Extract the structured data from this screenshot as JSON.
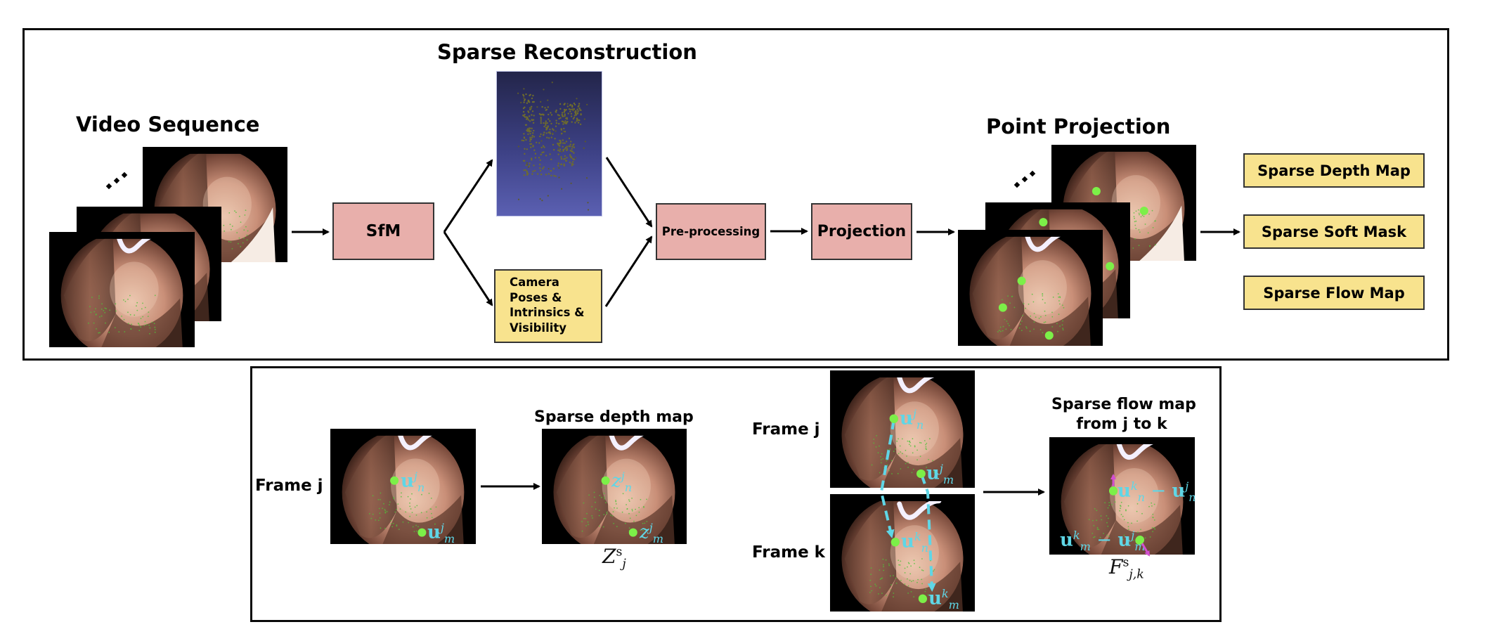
{
  "top_panel": {
    "video_sequence": {
      "title": "Video Sequence",
      "ellipsis": "⋰"
    },
    "sfm": {
      "label": "SfM"
    },
    "sparse_reconstruction": {
      "title": "Sparse Reconstruction"
    },
    "camera_box": {
      "lines": [
        "Camera",
        "Poses &",
        "Intrinsics &",
        "Visibility"
      ]
    },
    "preprocessing": {
      "label": "Pre-processing"
    },
    "projection": {
      "label": "Projection"
    },
    "point_projection": {
      "title": "Point Projection",
      "ellipsis": "⋰"
    },
    "outputs": [
      {
        "label": "Sparse Depth Map"
      },
      {
        "label": "Sparse Soft Mask"
      },
      {
        "label": "Sparse Flow Map"
      }
    ]
  },
  "bottom_panel": {
    "depth_section": {
      "frame_label": "Frame j",
      "title": "Sparse depth map",
      "input_points": {
        "n": {
          "base": "u",
          "sup": "j",
          "sub": "n"
        },
        "m": {
          "base": "u",
          "sup": "j",
          "sub": "m"
        }
      },
      "output_points": {
        "n": {
          "base": "z",
          "sup": "j",
          "sub": "n"
        },
        "m": {
          "base": "z",
          "sup": "j",
          "sub": "m"
        }
      },
      "output_symbol": {
        "base": "Z",
        "sup": "s",
        "sub": "j"
      }
    },
    "flow_section": {
      "frame_j_label": "Frame j",
      "frame_k_label": "Frame k",
      "title_line1": "Sparse flow map",
      "title_line2": "from j to k",
      "frame_j_points": {
        "n": {
          "base": "u",
          "sup": "j",
          "sub": "n"
        },
        "m": {
          "base": "u",
          "sup": "j",
          "sub": "m"
        }
      },
      "frame_k_points": {
        "n": {
          "base": "u",
          "sup": "k",
          "sub": "n"
        },
        "m": {
          "base": "u",
          "sup": "k",
          "sub": "m"
        }
      },
      "flow_n": {
        "a_base": "u",
        "a_sup": "k",
        "a_sub": "n",
        "op": " − ",
        "b_base": "u",
        "b_sup": "j",
        "b_sub": "n"
      },
      "flow_m": {
        "a_base": "u",
        "a_sup": "k",
        "a_sub": "m",
        "op": " − ",
        "b_base": "u",
        "b_sup": "j",
        "b_sub": "m"
      },
      "output_symbol": {
        "base": "F",
        "sup": "s",
        "sub": "j,k"
      }
    }
  },
  "colors": {
    "process_box": "#e8afab",
    "data_box": "#f8e38e",
    "point": "#7cf048",
    "annotation": "#5fd6e6",
    "flow_arrow": "#d24fd0"
  }
}
